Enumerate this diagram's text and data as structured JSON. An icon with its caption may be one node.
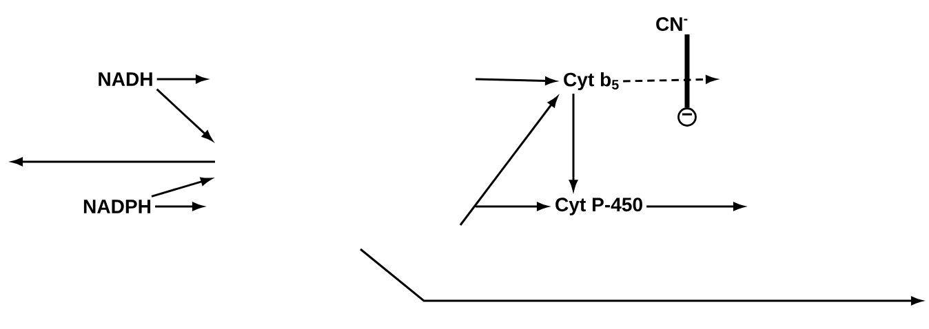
{
  "diagram": {
    "nodes": [
      {
        "text": [
          "NADH"
        ]
      },
      {
        "text": [
          "NADPH"
        ]
      },
      {
        "text": [
          "Cyt b$_{5}$"
        ]
      },
      {
        "text": [
          "Cyt P-450"
        ]
      },
      {
        "text": [
          "CN$^{-}$"
        ]
      },
      {
        "text": [
          "−"
        ]
      }
    ],
    "edges": [
      {
        "from": 0,
        "to": null,
        "arrow": "to"
      },
      {
        "from": 0,
        "to": null,
        "arrow": "to"
      },
      {
        "from": 1,
        "to": null,
        "arrow": "to"
      },
      {
        "from": 1,
        "to": null,
        "arrow": "to"
      },
      {
        "from": null,
        "to": 2,
        "arrow": "to"
      },
      {
        "from": null,
        "to": 2,
        "arrow": "to"
      },
      {
        "from": 2,
        "to": 3,
        "arrow": "to"
      },
      {
        "from": null,
        "to": 3,
        "arrow": "to"
      },
      {
        "from": 3,
        "to": null,
        "arrow": "to"
      },
      {
        "from": 2,
        "to": null,
        "arrow": "to",
        "style": "dashed"
      },
      {
        "from": 4,
        "to": 5,
        "arrow": "none",
        "style": "thick"
      }
    ]
  }
}
